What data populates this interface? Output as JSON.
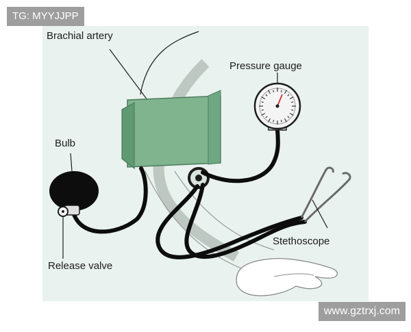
{
  "watermarks": {
    "top_left": "TG: MYYJJPP",
    "bottom_right": "www.gztrxj.com"
  },
  "labels": {
    "brachial_artery": "Brachial artery",
    "pressure_gauge": "Pressure gauge",
    "bulb": "Bulb",
    "release_valve": "Release valve",
    "stethoscope": "Stethoscope"
  },
  "colors": {
    "panel_background": "#e9f2ee",
    "cuff": "#7fb48f",
    "cuff_shadow": "#5e9a72",
    "tubing": "#0d0d0d",
    "arm_outline": "#8a8a8a",
    "gauge_face": "#f4f4f4"
  }
}
